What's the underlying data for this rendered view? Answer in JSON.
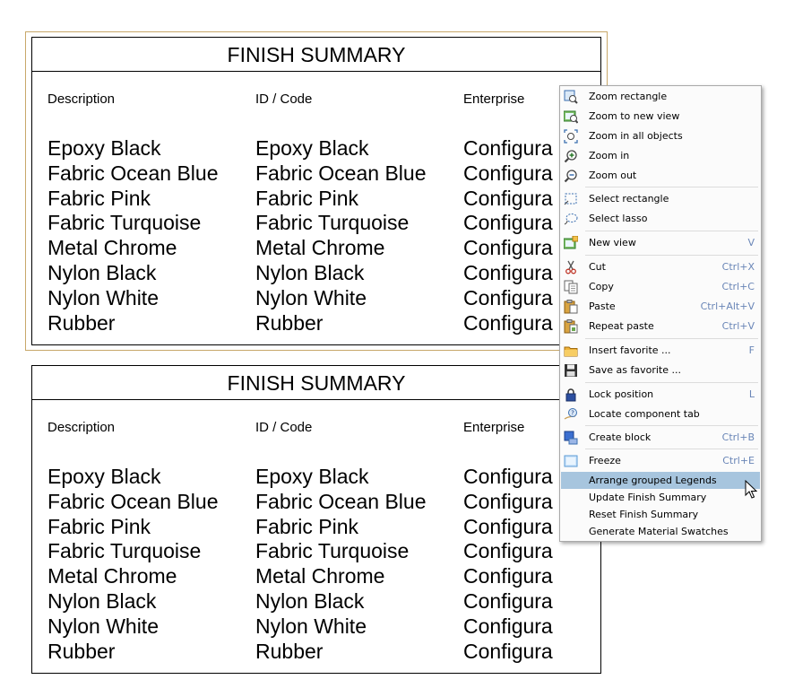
{
  "summaries": [
    {
      "title": "FINISH SUMMARY",
      "headers": {
        "description": "Description",
        "id_code": "ID / Code",
        "enterprise": "Enterprise"
      },
      "rows": [
        {
          "description": "Epoxy Black",
          "id_code": "Epoxy Black",
          "enterprise": "Configura"
        },
        {
          "description": "Fabric Ocean Blue",
          "id_code": "Fabric Ocean Blue",
          "enterprise": "Configura"
        },
        {
          "description": "Fabric Pink",
          "id_code": "Fabric Pink",
          "enterprise": "Configura"
        },
        {
          "description": "Fabric Turquoise",
          "id_code": "Fabric Turquoise",
          "enterprise": "Configura"
        },
        {
          "description": "Metal Chrome",
          "id_code": "Metal Chrome",
          "enterprise": "Configura"
        },
        {
          "description": "Nylon Black",
          "id_code": "Nylon Black",
          "enterprise": "Configura"
        },
        {
          "description": "Nylon White",
          "id_code": "Nylon White",
          "enterprise": "Configura"
        },
        {
          "description": "Rubber",
          "id_code": "Rubber",
          "enterprise": "Configura"
        }
      ]
    },
    {
      "title": "FINISH SUMMARY",
      "headers": {
        "description": "Description",
        "id_code": "ID / Code",
        "enterprise": "Enterprise"
      },
      "rows": [
        {
          "description": "Epoxy Black",
          "id_code": "Epoxy Black",
          "enterprise": "Configura"
        },
        {
          "description": "Fabric Ocean Blue",
          "id_code": "Fabric Ocean Blue",
          "enterprise": "Configura"
        },
        {
          "description": "Fabric Pink",
          "id_code": "Fabric Pink",
          "enterprise": "Configura"
        },
        {
          "description": "Fabric Turquoise",
          "id_code": "Fabric Turquoise",
          "enterprise": "Configura"
        },
        {
          "description": "Metal Chrome",
          "id_code": "Metal Chrome",
          "enterprise": "Configura"
        },
        {
          "description": "Nylon Black",
          "id_code": "Nylon Black",
          "enterprise": "Configura"
        },
        {
          "description": "Nylon White",
          "id_code": "Nylon White",
          "enterprise": "Configura"
        },
        {
          "description": "Rubber",
          "id_code": "Rubber",
          "enterprise": "Configura"
        }
      ]
    }
  ],
  "context_menu": {
    "items": [
      {
        "label": "Zoom rectangle",
        "shortcut": "",
        "icon": "zoom-rectangle-icon"
      },
      {
        "label": "Zoom to new view",
        "shortcut": "",
        "icon": "zoom-new-view-icon"
      },
      {
        "label": "Zoom in all objects",
        "shortcut": "",
        "icon": "zoom-all-icon"
      },
      {
        "label": "Zoom in",
        "shortcut": "",
        "icon": "zoom-in-icon"
      },
      {
        "label": "Zoom out",
        "shortcut": "",
        "icon": "zoom-out-icon"
      },
      {
        "label": "Select rectangle",
        "shortcut": "",
        "icon": "select-rectangle-icon"
      },
      {
        "label": "Select lasso",
        "shortcut": "",
        "icon": "select-lasso-icon"
      },
      {
        "label": "New view",
        "shortcut": "V",
        "icon": "new-view-icon"
      },
      {
        "label": "Cut",
        "shortcut": "Ctrl+X",
        "icon": "scissors-icon"
      },
      {
        "label": "Copy",
        "shortcut": "Ctrl+C",
        "icon": "copy-icon"
      },
      {
        "label": "Paste",
        "shortcut": "Ctrl+Alt+V",
        "icon": "paste-icon"
      },
      {
        "label": "Repeat paste",
        "shortcut": "Ctrl+V",
        "icon": "repeat-paste-icon"
      },
      {
        "label": "Insert favorite ...",
        "shortcut": "F",
        "icon": "folder-icon"
      },
      {
        "label": "Save as favorite ...",
        "shortcut": "",
        "icon": "floppy-disk-icon"
      },
      {
        "label": "Lock position",
        "shortcut": "L",
        "icon": "lock-icon"
      },
      {
        "label": "Locate component tab",
        "shortcut": "",
        "icon": "locate-tab-icon"
      },
      {
        "label": "Create block",
        "shortcut": "Ctrl+B",
        "icon": "create-block-icon"
      },
      {
        "label": "Freeze",
        "shortcut": "Ctrl+E",
        "icon": "freeze-icon"
      },
      {
        "label": "Arrange grouped Legends",
        "shortcut": "",
        "icon": ""
      },
      {
        "label": "Update Finish Summary",
        "shortcut": "",
        "icon": ""
      },
      {
        "label": "Reset Finish Summary",
        "shortcut": "",
        "icon": ""
      },
      {
        "label": "Generate Material Swatches",
        "shortcut": "",
        "icon": ""
      }
    ],
    "highlighted_item": "Arrange grouped Legends",
    "highlight_color": "#a7c5de",
    "shortcut_color": "#6a86b7"
  }
}
